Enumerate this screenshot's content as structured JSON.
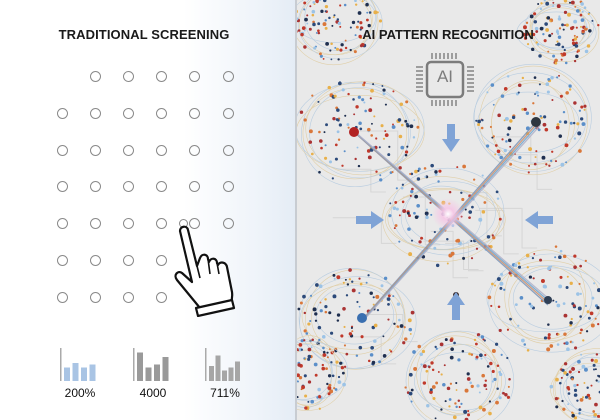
{
  "left_panel": {
    "title": "TRADITIONAL SCREENING",
    "dot_grid": {
      "columns_x": [
        62,
        95,
        128,
        161,
        194,
        228
      ],
      "rows_y": [
        76,
        113,
        150,
        186,
        223,
        260,
        297
      ],
      "dot_color": "#8a8a8a"
    },
    "pointer_icon": "hand-pointer-icon",
    "stats": [
      {
        "label": "200%",
        "bar_color": "#a9c4e4",
        "bars": [
          0.45,
          0.6,
          0.45,
          0.55
        ]
      },
      {
        "label": "4000",
        "bar_color": "#9a9a9a",
        "bars": [
          0.95,
          0.45,
          0.55,
          0.8
        ]
      },
      {
        "label": "711%",
        "bar_color": "#a6a6a6",
        "bars": [
          0.5,
          0.85,
          0.35,
          0.45,
          0.65
        ]
      }
    ]
  },
  "right_panel": {
    "title": "AI PATTERN RECOGNITION",
    "chip_icon": {
      "name": "ai-chip-icon",
      "label": "AI"
    },
    "arrow_color": "#7fa3d6",
    "arrows": [
      "arrow-down",
      "arrow-right",
      "arrow-left",
      "arrow-up"
    ],
    "background_color": "#e9e9e9"
  }
}
